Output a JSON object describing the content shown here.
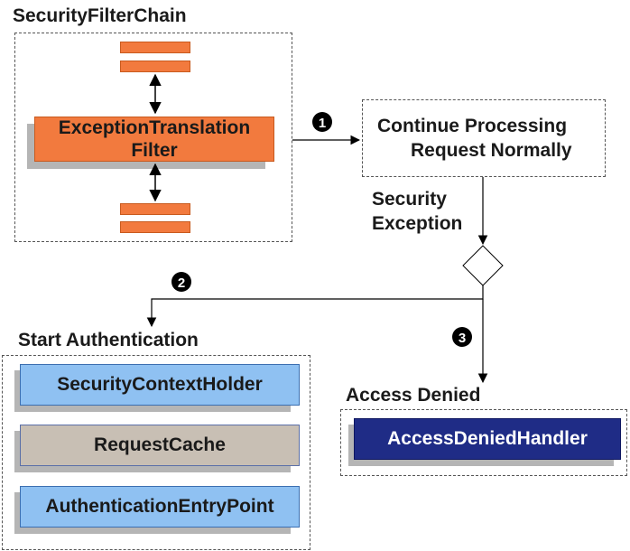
{
  "filter_chain": {
    "title": "SecurityFilterChain",
    "exception_filter_line1": "ExceptionTranslation",
    "exception_filter_line2": "Filter"
  },
  "continue_box": {
    "line1": "Continue Processing",
    "line2": "Request Normally"
  },
  "security_exception": {
    "line1": "Security",
    "line2": "Exception"
  },
  "steps": [
    "1",
    "2",
    "3"
  ],
  "start_authentication": {
    "title": "Start Authentication",
    "items": [
      "SecurityContextHolder",
      "RequestCache",
      "AuthenticationEntryPoint"
    ]
  },
  "access_denied": {
    "title": "Access Denied",
    "handler": "AccessDeniedHandler"
  },
  "colors": {
    "filter": "#f27a3e",
    "security_context_holder": "#8fc1f2",
    "request_cache": "#c8bfb4",
    "authentication_entry_point": "#8fc1f2",
    "access_denied_handler": "#1f2c86"
  }
}
